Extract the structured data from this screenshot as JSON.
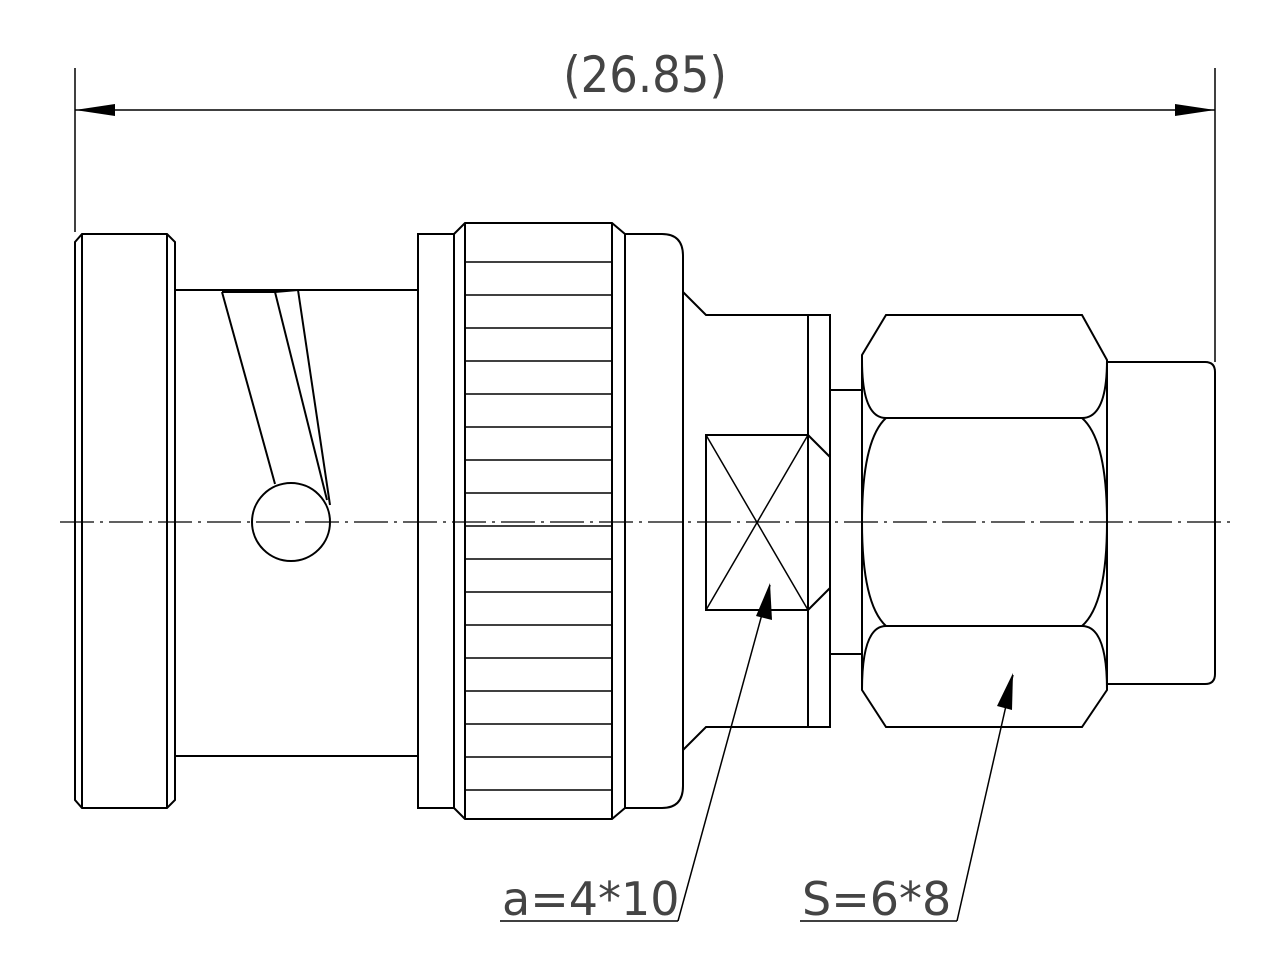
{
  "dimension": {
    "overall_length": "(26.85)"
  },
  "callouts": {
    "flat_width": "a=4*10",
    "hex_size": "S=6*8"
  },
  "colors": {
    "line": "#000000",
    "text": "#444444",
    "background": "#ffffff"
  }
}
